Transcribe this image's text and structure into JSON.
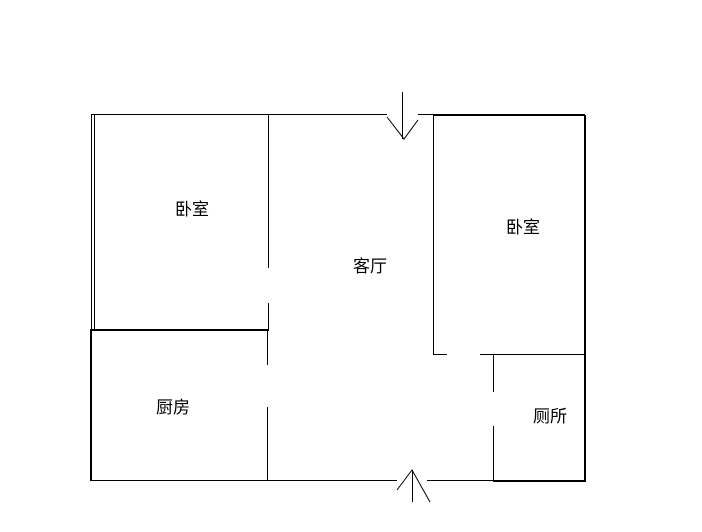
{
  "plan": {
    "rooms": {
      "bedroom_left": "卧室",
      "living_room": "客厅",
      "bedroom_right": "卧室",
      "kitchen": "厨房",
      "toilet": "厕所"
    },
    "line_color": "#000000",
    "background": "#ffffff"
  }
}
